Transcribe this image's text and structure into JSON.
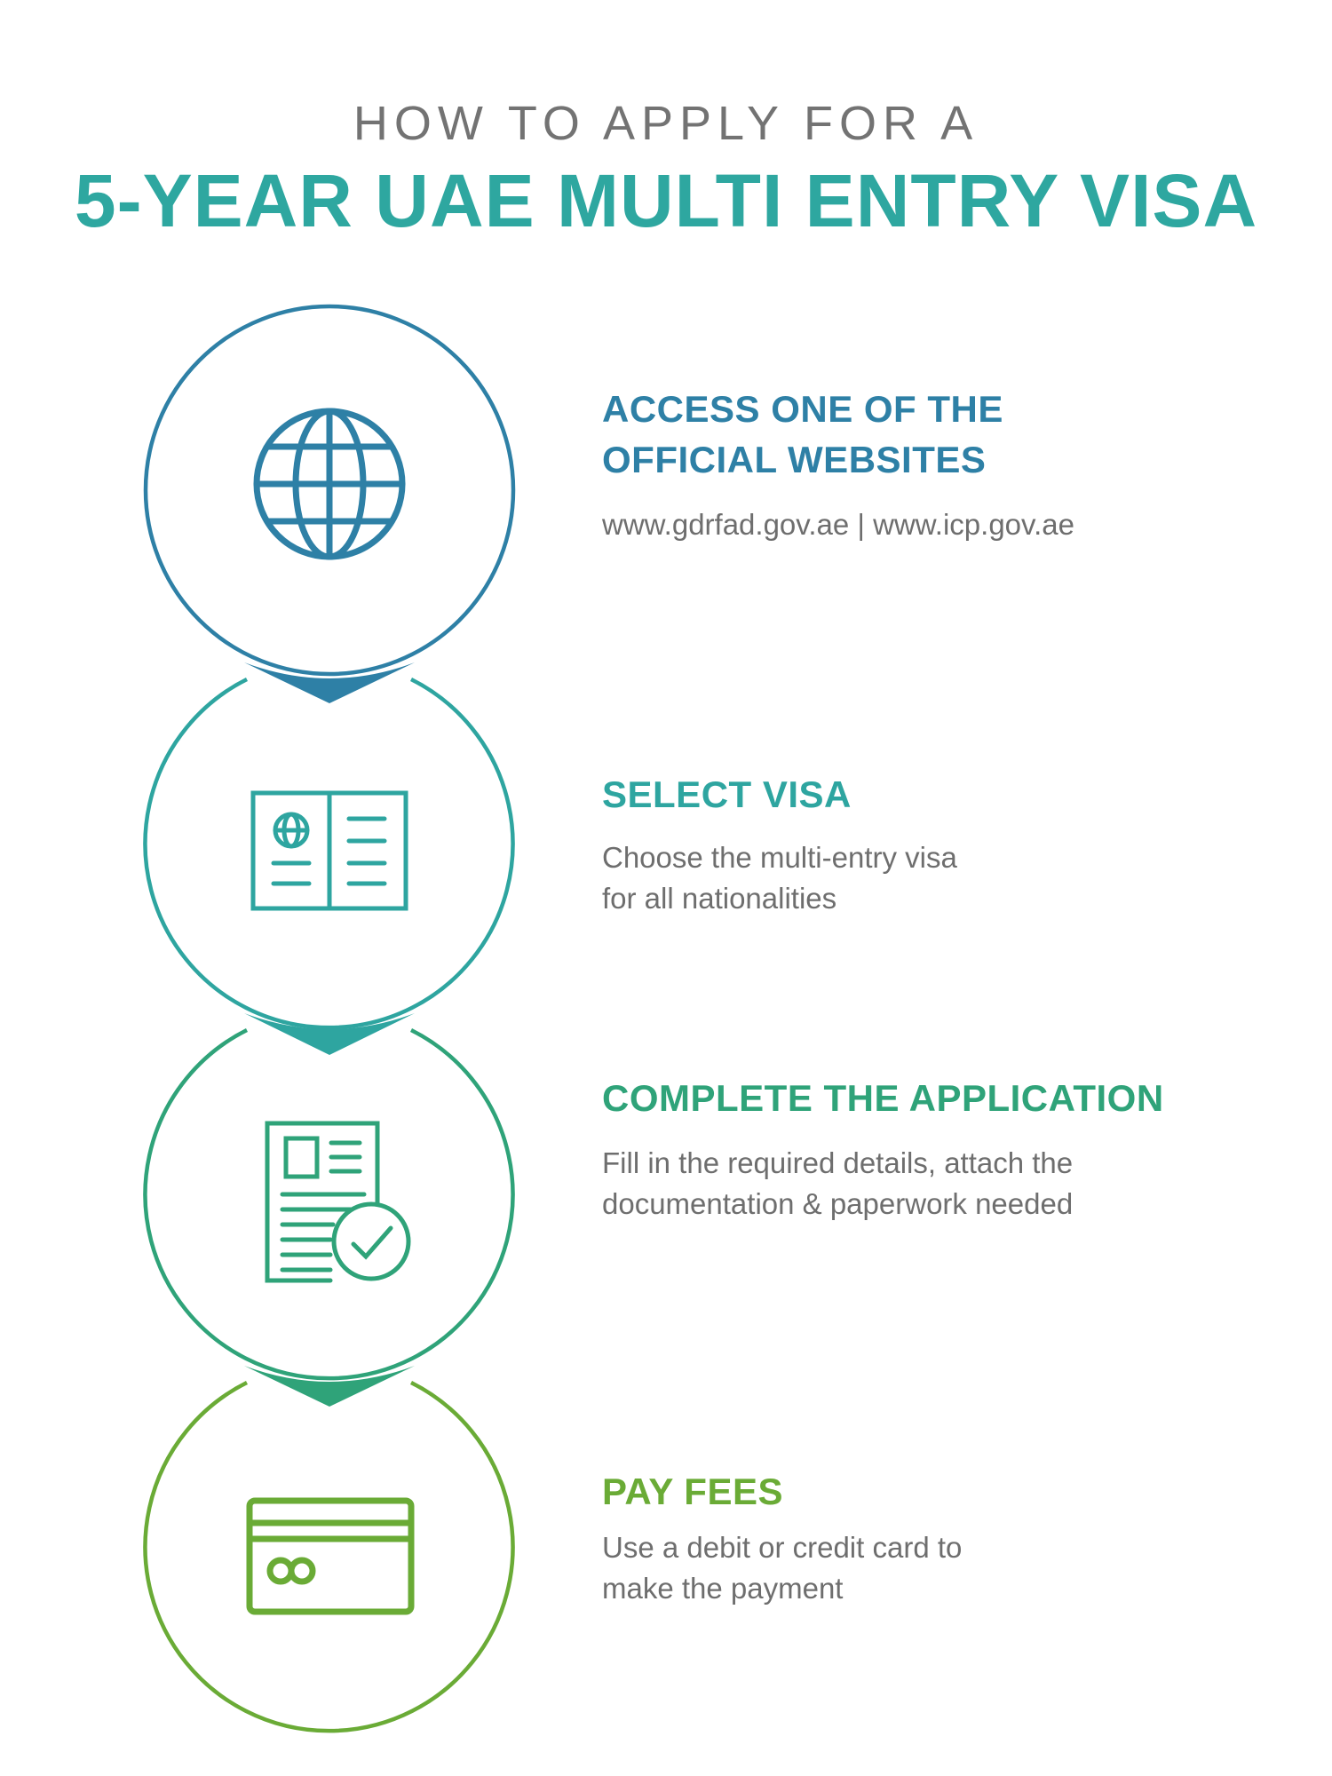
{
  "header": {
    "pretitle": "HOW TO APPLY FOR A",
    "title": "5-YEAR UAE MULTI ENTRY VISA"
  },
  "colors": {
    "title": "#2ea7a0",
    "text_gray": "#6e6e6e",
    "step1": "#2e80a6",
    "step2": "#2ea5a0",
    "step3": "#2fa379",
    "step4": "#6aab36"
  },
  "steps": [
    {
      "icon": "globe-icon",
      "heading_line1": "ACCESS ONE OF THE",
      "heading_line2": "OFFICIAL WEBSITES",
      "desc_line1": "www.gdrfad.gov.ae | www.icp.gov.ae",
      "desc_line2": ""
    },
    {
      "icon": "passport-icon",
      "heading_line1": "SELECT VISA",
      "heading_line2": "",
      "desc_line1": "Choose the multi-entry visa",
      "desc_line2": "for all nationalities"
    },
    {
      "icon": "application-form-check-icon",
      "heading_line1": "COMPLETE THE APPLICATION",
      "heading_line2": "",
      "desc_line1": "Fill in the required details, attach the",
      "desc_line2": "documentation & paperwork needed"
    },
    {
      "icon": "credit-card-icon",
      "heading_line1": "PAY FEES",
      "heading_line2": "",
      "desc_line1": "Use a debit or credit card to",
      "desc_line2": "make the payment"
    }
  ]
}
